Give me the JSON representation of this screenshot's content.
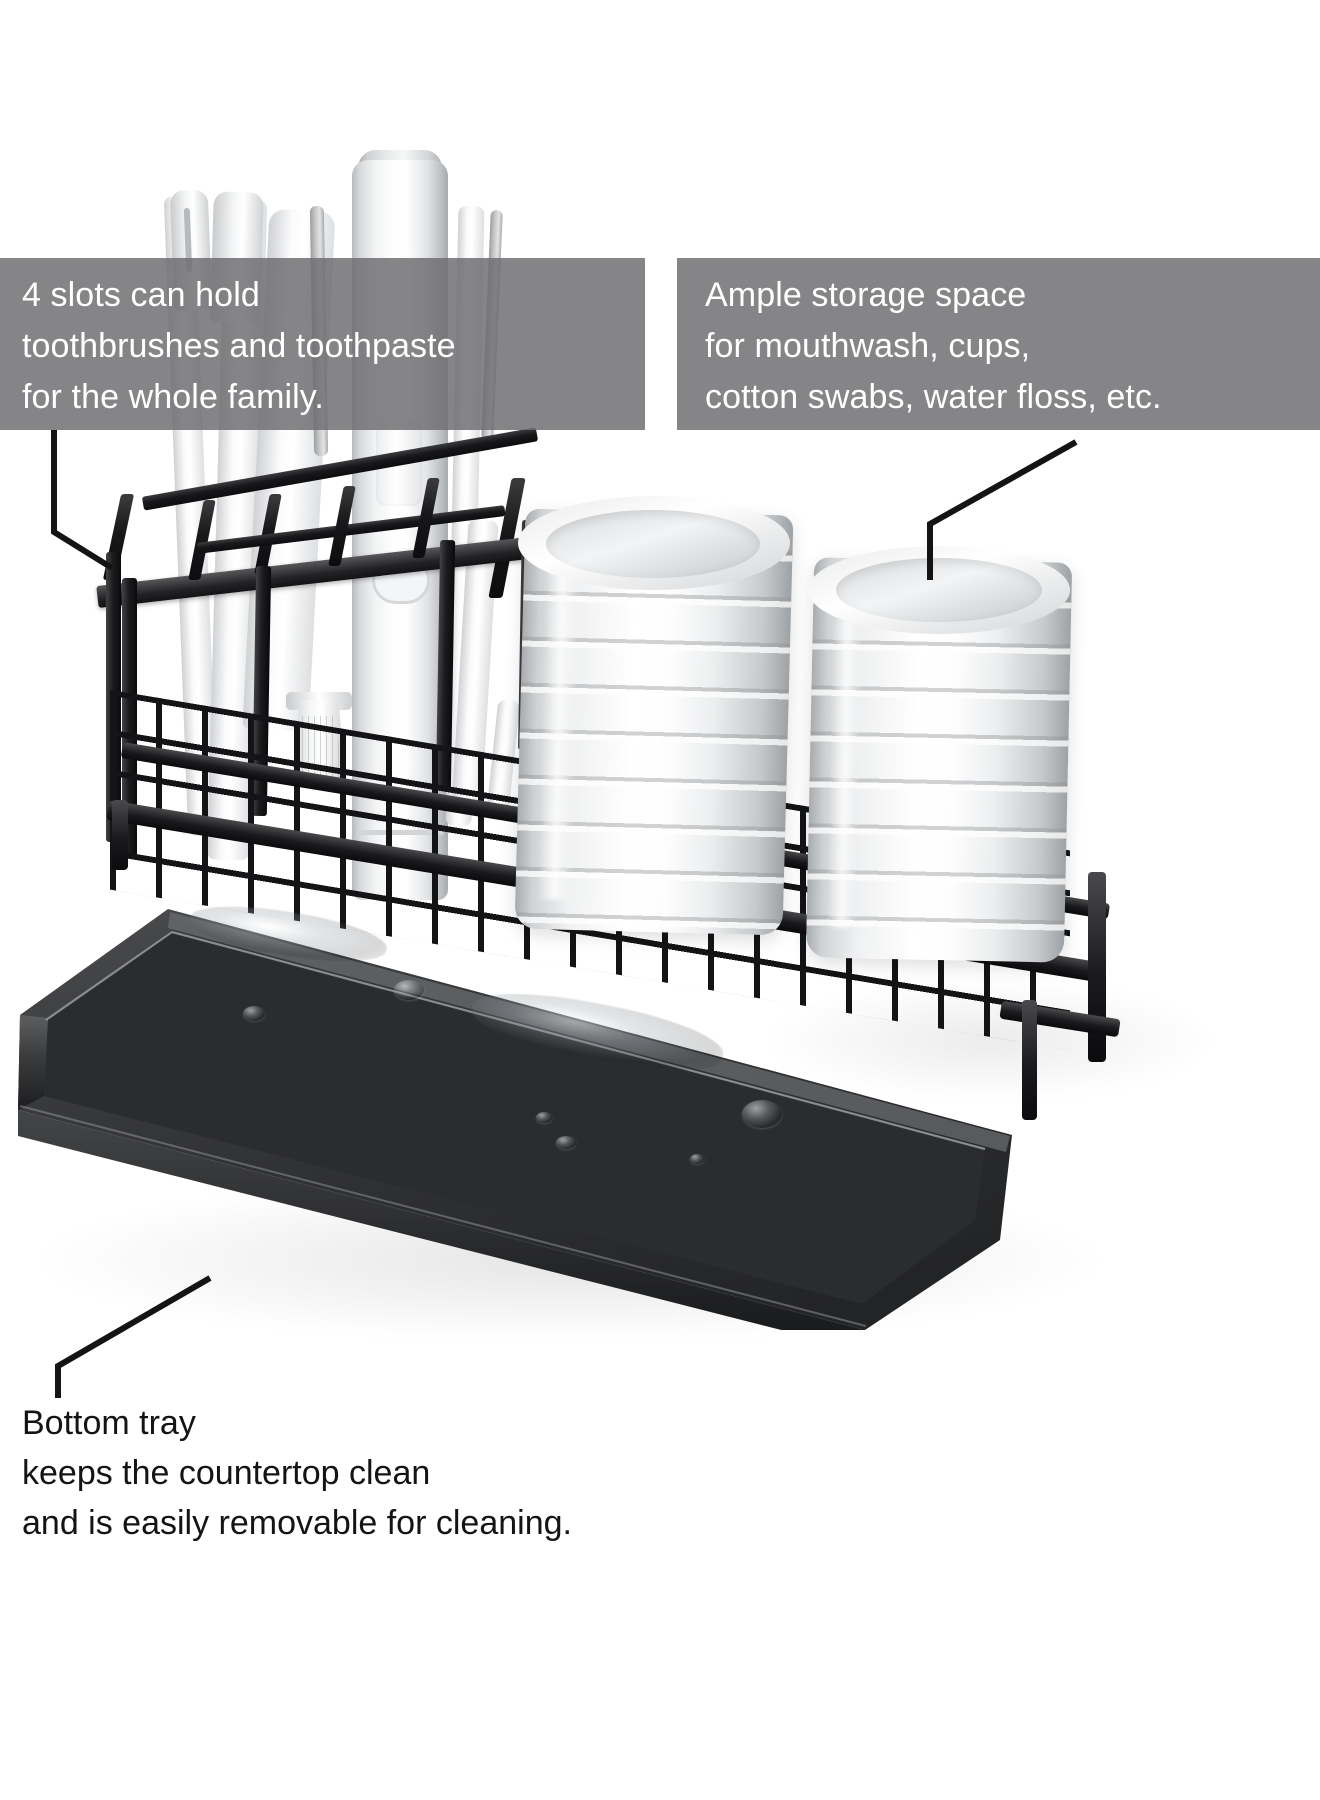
{
  "image": {
    "type": "product-infographic",
    "subject": "bathroom countertop toothbrush and cup holder with removable bottom tray",
    "background_color": "#ffffff",
    "banner_color": "#6e6e70",
    "banner_text_color": "#ffffff",
    "bottom_text_color": "#141414",
    "metal_color": "#1b1b1d",
    "tray_color": "#2c2d2f",
    "cup_color": "#ffffff"
  },
  "callouts": {
    "top_left": {
      "lines": [
        "4 slots can hold",
        "toothbrushes and toothpaste",
        "for the whole family."
      ]
    },
    "top_right": {
      "lines": [
        "Ample storage space",
        "for mouthwash, cups,",
        "cotton swabs, water floss, etc."
      ]
    },
    "bottom_left": {
      "lines": [
        "Bottom tray",
        "keeps the countertop clean",
        "and is easily removable for cleaning."
      ]
    }
  },
  "product_parts": {
    "slot_rack": "4-slot toothbrush holder",
    "mesh_shelf": "wire mesh storage shelf",
    "cups": "two ribbed white tumbler cups",
    "tray": "removable black drip tray",
    "toothbrushes": "manual toothbrushes and electric toothbrush",
    "toothpaste": "toothpaste tube"
  }
}
